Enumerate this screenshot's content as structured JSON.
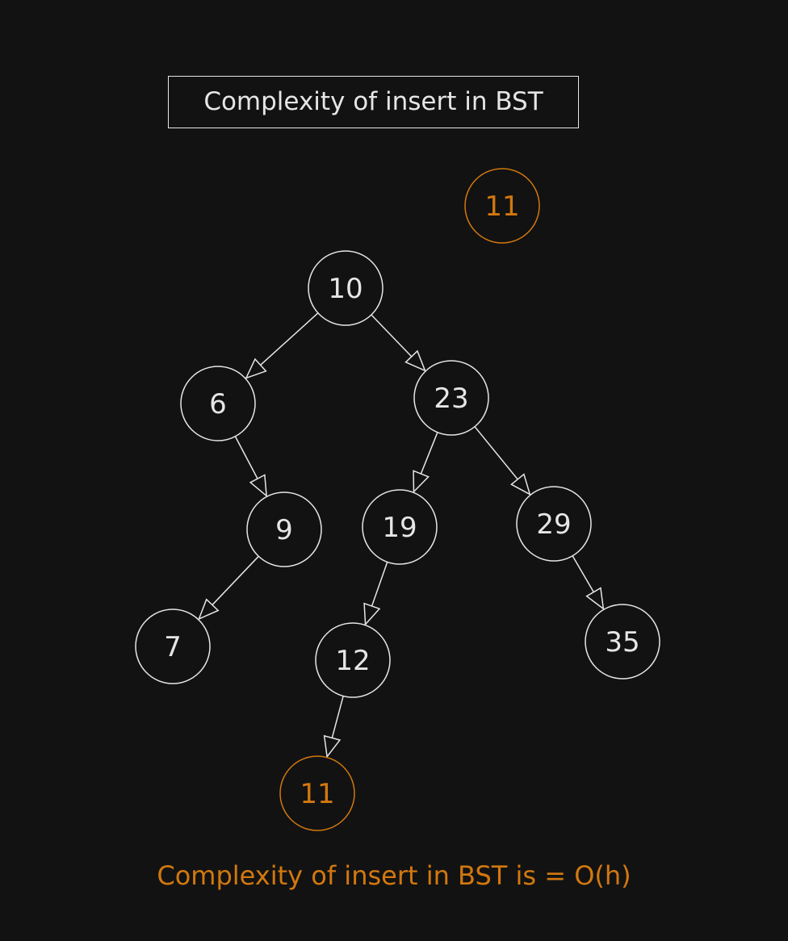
{
  "title": "Complexity of insert in BST",
  "footer": "Complexity of insert in BST is = O(h)",
  "colors": {
    "background": "#121212",
    "node": "#e6e6e6",
    "highlight": "#d2780f"
  },
  "nodes": [
    {
      "id": "n10",
      "label": "10"
    },
    {
      "id": "n6",
      "label": "6"
    },
    {
      "id": "n23",
      "label": "23"
    },
    {
      "id": "n9",
      "label": "9"
    },
    {
      "id": "n19",
      "label": "19"
    },
    {
      "id": "n29",
      "label": "29"
    },
    {
      "id": "n7",
      "label": "7"
    },
    {
      "id": "n12",
      "label": "12"
    },
    {
      "id": "n35",
      "label": "35"
    },
    {
      "id": "n11",
      "label": "11",
      "highlight": true
    },
    {
      "id": "n11_new",
      "label": "11",
      "highlight": true
    }
  ],
  "edges": [
    {
      "from": "n10",
      "to": "n6"
    },
    {
      "from": "n10",
      "to": "n23"
    },
    {
      "from": "n6",
      "to": "n9"
    },
    {
      "from": "n23",
      "to": "n19"
    },
    {
      "from": "n23",
      "to": "n29"
    },
    {
      "from": "n9",
      "to": "n7"
    },
    {
      "from": "n19",
      "to": "n12"
    },
    {
      "from": "n29",
      "to": "n35"
    },
    {
      "from": "n12",
      "to": "n11"
    }
  ]
}
